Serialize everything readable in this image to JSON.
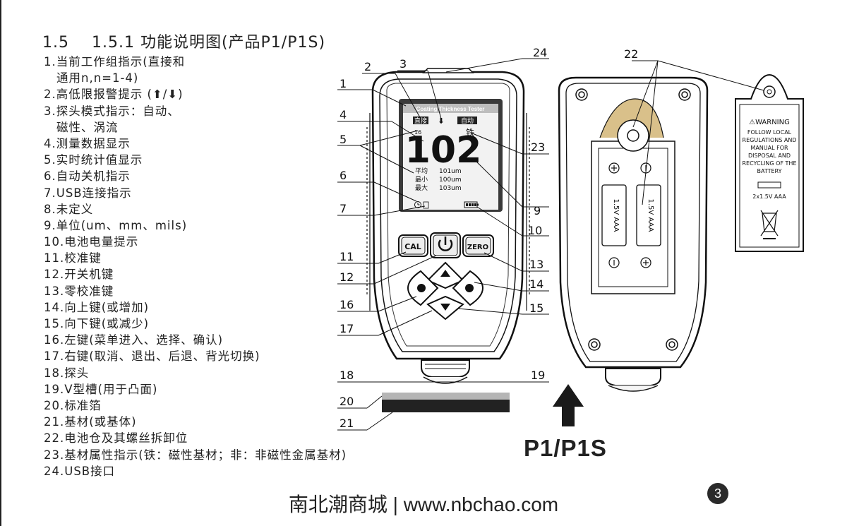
{
  "heading": {
    "section": "1.5",
    "subsection": "1.5.1 功能说明图(产品P1/P1S)"
  },
  "items": [
    "1.当前工作组指示(直接和",
    "通用n,n=1-4)",
    "2.高低限报警提示 (⬆/⬇)",
    "3.探头模式指示：自动、",
    "磁性、涡流",
    "4.测量数据显示",
    "5.实时统计值显示",
    "6.自动关机指示",
    "7.USB连接指示",
    "8.未定义",
    "9.单位(um、mm、mils)",
    "10.电池电量提示",
    "11.校准键",
    "12.开关机键",
    "13.零校准键",
    "14.向上键(或增加)",
    "15.向下键(或减少)",
    "16.左键(菜单进入、选择、确认)",
    "17.右键(取消、退出、后退、背光切换)",
    "18.探头",
    "19.V型槽(用于凸面)",
    "20.标准箔",
    "21.基材(或基体)",
    "22.电池仓及其螺丝拆卸位",
    "23.基材属性指示(铁：磁性基材；非：非磁性金属基材)",
    "24.USB接口"
  ],
  "device": {
    "brand_text": "Coating Thickness Tester",
    "group_label": "直接",
    "mode_label": "自动",
    "group_number": "16",
    "reading": "102",
    "unit": "um",
    "material": "铁",
    "stats": [
      {
        "label": "平均",
        "value": "101um"
      },
      {
        "label": "最小",
        "value": "100um"
      },
      {
        "label": "最大",
        "value": "103um"
      }
    ],
    "cal_key": "CAL",
    "zero_key": "ZERO",
    "battery_labels": [
      "1.5V AAA",
      "1.5V AAA"
    ]
  },
  "warning_label": {
    "title": "⚠WARNING",
    "body": [
      "FOLLOW LOCAL",
      "REGULATIONS AND",
      "MANUAL FOR",
      "DISPOSAL AND",
      "RECYCLING OF THE",
      "BATTERY"
    ],
    "battery_spec": "2x1.5V AAA"
  },
  "callouts": {
    "n1": "1",
    "n2": "2",
    "n3": "3",
    "n4": "4",
    "n5": "5",
    "n6": "6",
    "n7": "7",
    "n9": "9",
    "n10": "10",
    "n11": "11",
    "n12": "12",
    "n13": "13",
    "n14": "14",
    "n15": "15",
    "n16": "16",
    "n17": "17",
    "n18": "18",
    "n19": "19",
    "n20": "20",
    "n21": "21",
    "n22": "22",
    "n23": "23",
    "n24": "24"
  },
  "model": "P1/P1S",
  "footer": "南北潮商城 | www.nbchao.com",
  "page_number": "3"
}
